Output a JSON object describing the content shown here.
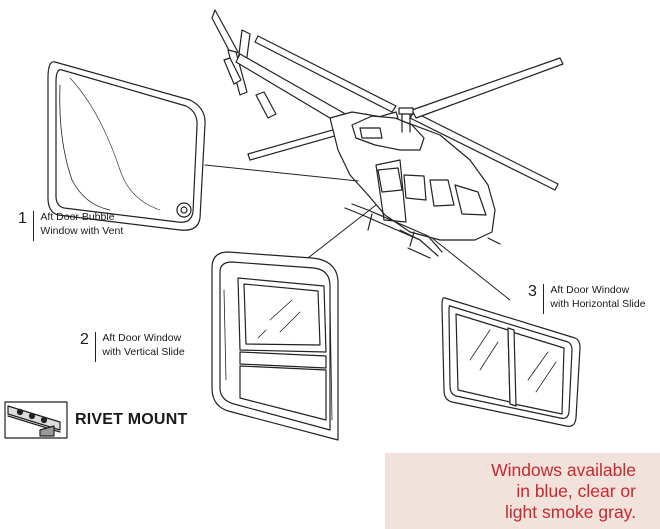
{
  "callouts": [
    {
      "number": "1",
      "line1": "Aft Door Bubble",
      "line2": "Window with Vent"
    },
    {
      "number": "2",
      "line1": "Aft Door Window",
      "line2": "with Vertical Slide"
    },
    {
      "number": "3",
      "line1": "Aft Door Window",
      "line2": "with  Horizontal Slide"
    }
  ],
  "rivet_mount_label": "RIVET MOUNT",
  "note": {
    "line1": "Windows available",
    "line2": "in blue, clear or",
    "line3": "light smoke gray.",
    "text_color": "#c8282d",
    "background_color": "#f1e2dc"
  }
}
